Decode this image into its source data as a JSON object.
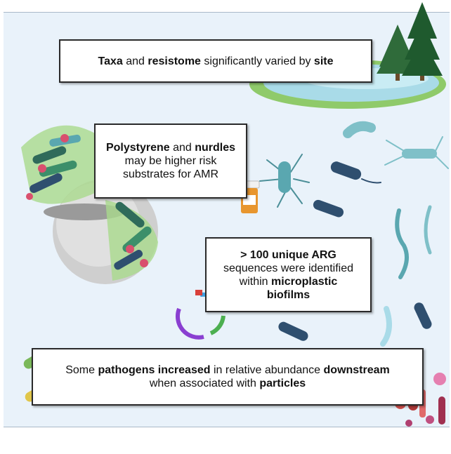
{
  "box1": {
    "t1": "Taxa",
    "t2": " and ",
    "t3": "resistome",
    "t4": " significantly varied by ",
    "t5": "site"
  },
  "box2": {
    "t1": "Polystyrene",
    "t2": " and ",
    "t3": "nurdles",
    "t4": "may be higher risk",
    "t5": "substrates for AMR"
  },
  "box3": {
    "t1": "> 100 unique ARG",
    "t2": "sequences were identified",
    "t3": "within ",
    "t4": "microplastic",
    "t5": "biofilms"
  },
  "box4": {
    "t1": "Some ",
    "t2": "pathogens increased",
    "t3": " in relative abundance ",
    "t4": "downstream",
    "t5": "when associated with ",
    "t6": "particles"
  },
  "colors": {
    "panel": "#e9f2fa",
    "teal": "#5aa7b0",
    "navy": "#2f4f6f",
    "green": "#7ab85a",
    "purple": "#8a3fd1"
  }
}
